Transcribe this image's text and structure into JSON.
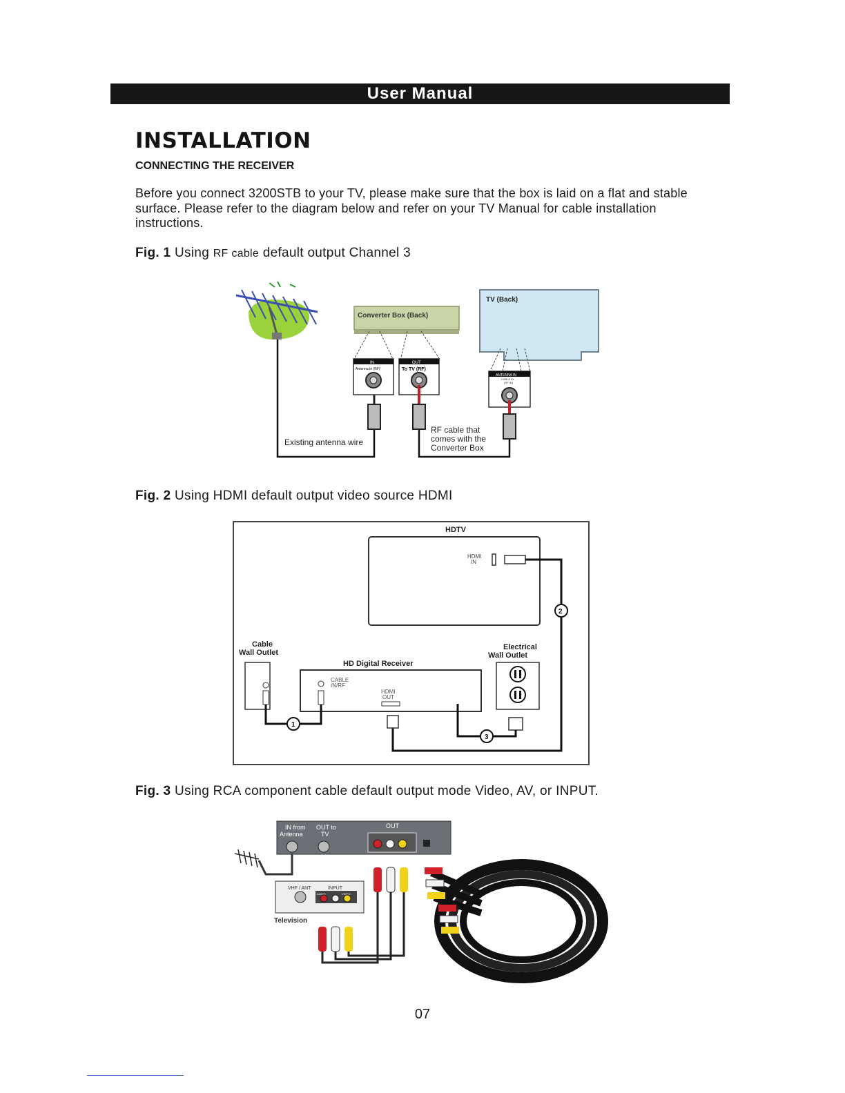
{
  "header": {
    "title": "User Manual"
  },
  "section": {
    "title": "INSTALLATION",
    "subtitle": "CONNECTING THE RECEIVER",
    "intro": "Before you connect 3200STB to your TV, please make sure that the box is laid on a flat and stable surface. Please refer to the diagram below and refer on your TV Manual for cable installation instructions."
  },
  "figures": {
    "fig1": {
      "label": "Fig. 1",
      "caption_pre": "Using",
      "caption_small": "RF cable",
      "caption_post": "default output Channel 3",
      "labels": {
        "converter_box": "Converter Box (Back)",
        "tv_back": "TV (Back)",
        "in_port": "IN",
        "in_sub": "Antenna In (RF)",
        "out_port": "OUT",
        "out_sub": "To TV (RF)",
        "antenna_in": "ANTENNA IN",
        "antenna_sub1": "CABLE IN",
        "antenna_sub2": "(RF IN)",
        "existing_wire": "Existing antenna wire",
        "rf_line1": "RF cable that",
        "rf_line2": "comes with the",
        "rf_line3": "Converter Box"
      }
    },
    "fig2": {
      "label": "Fig. 2",
      "caption": "Using HDMI default output video source HDMI",
      "labels": {
        "hdtv": "HDTV",
        "hdmi_in_1": "HDMI",
        "hdmi_in_2": "IN",
        "cable_outlet_1": "Cable",
        "cable_outlet_2": "Wall Outlet",
        "electrical_outlet_1": "Electrical",
        "electrical_outlet_2": "Wall Outlet",
        "receiver": "HD Digital Receiver",
        "cable_in_1": "CABLE",
        "cable_in_2": "IN/RF",
        "hdmi_out_1": "HDMI",
        "hdmi_out_2": "OUT",
        "marker_1": "1",
        "marker_2": "2",
        "marker_3": "3"
      }
    },
    "fig3": {
      "label": "Fig. 3",
      "caption": "Using RCA component cable default output mode Video, AV, or INPUT.",
      "labels": {
        "in_from_1": "IN from",
        "in_from_2": "Antenna",
        "out_to_1": "OUT to",
        "out_to_2": "TV",
        "out": "OUT",
        "vhf_ant": "VHF / ANT",
        "input": "INPUT",
        "audio": "AUDIO",
        "video": "VIDEO",
        "television": "Television"
      }
    }
  },
  "page_number": "07",
  "colors": {
    "header_bg": "#161616",
    "tv_blue": "#cfe8f3",
    "box_green": "#c9d5a7",
    "antenna_green": "#9bd13a",
    "rca_red": "#d0202a",
    "rca_white": "#f2f2f2",
    "rca_yellow": "#f0d21a"
  }
}
